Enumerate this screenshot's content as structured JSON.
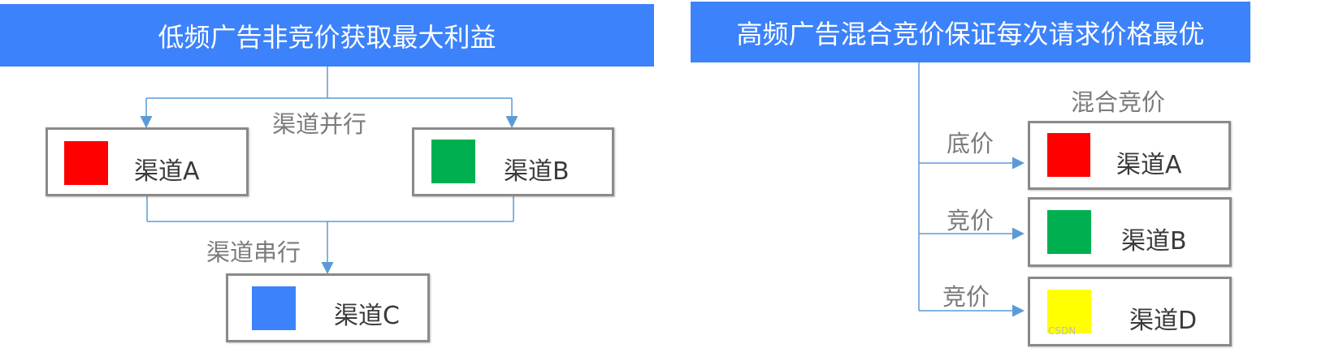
{
  "left": {
    "title": "低频广告非竞价获取最大利益",
    "parallel_label": "渠道并行",
    "serial_label": "渠道串行",
    "channels": [
      {
        "label": "渠道A",
        "color": "#ff0000"
      },
      {
        "label": "渠道B",
        "color": "#00b050"
      },
      {
        "label": "渠道C",
        "color": "#3c82fa"
      }
    ]
  },
  "right": {
    "title": "高频广告混合竞价保证每次请求价格最优",
    "group_label": "混合竞价",
    "edges": [
      "底价",
      "竞价",
      "竞价"
    ],
    "channels": [
      {
        "label": "渠道A",
        "color": "#ff0000"
      },
      {
        "label": "渠道B",
        "color": "#00b050"
      },
      {
        "label": "渠道D",
        "color": "#ffff00"
      }
    ]
  },
  "colors": {
    "banner": "#3c82fa",
    "connector": "#5b9bd5"
  },
  "watermark": "CSDN"
}
